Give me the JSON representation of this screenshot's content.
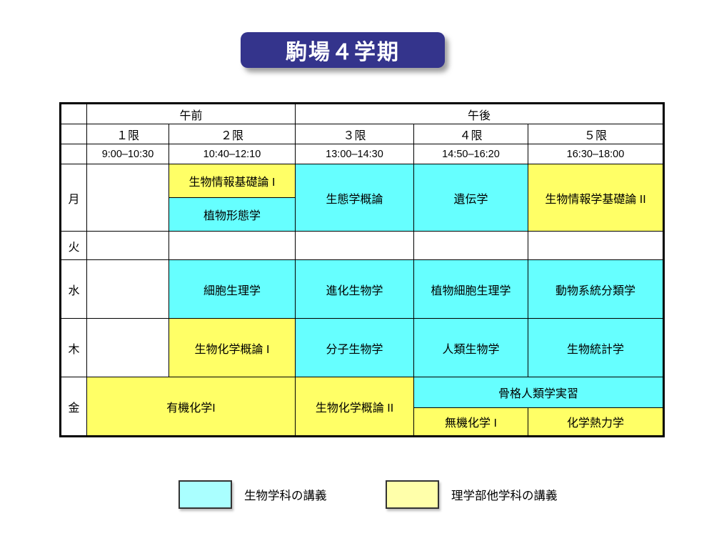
{
  "title": "駒場４学期",
  "colors": {
    "banner_background": "#34348c",
    "banner_text": "#ffffff",
    "biology_cell": "#66ffff",
    "other_department_cell": "#ffff66",
    "legend_biology_swatch": "#aaffff",
    "legend_other_swatch": "#ffffaa",
    "table_border": "#000000"
  },
  "table": {
    "period_groups": [
      {
        "label": "午前",
        "span": 2
      },
      {
        "label": "午後",
        "span": 3
      }
    ],
    "periods": [
      "１限",
      "２限",
      "３限",
      "４限",
      "５限"
    ],
    "times": [
      "9:00–10:30",
      "10:40–12:10",
      "13:00–14:30",
      "14:50–16:20",
      "16:30–18:00"
    ],
    "days": [
      "月",
      "火",
      "水",
      "木",
      "金"
    ],
    "cells": {
      "monday": {
        "p2_first_half": "生物情報基礎論 I",
        "p2_second_half": "植物形態学",
        "p3": "生態学概論",
        "p4": "遺伝学",
        "p5": "生物情報学基礎論 II"
      },
      "tuesday": {},
      "wednesday": {
        "p2": "細胞生理学",
        "p3": "進化生物学",
        "p4": "植物細胞生理学",
        "p5": "動物系統分類学"
      },
      "thursday": {
        "p2": "生物化学概論 I",
        "p3": "分子生物学",
        "p4": "人類生物学",
        "p5": "生物統計学"
      },
      "friday": {
        "p1_p2": "有機化学I",
        "p3": "生物化学概論 II",
        "p4_p5_first_half": "骨格人類学実習",
        "p4_second_half": "無機化学 I",
        "p5_second_half": "化学熱力学"
      }
    }
  },
  "legend": [
    {
      "category": "biology",
      "label": "生物学科の講義",
      "color": "#aaffff"
    },
    {
      "category": "other-departments",
      "label": "理学部他学科の講義",
      "color": "#ffffaa"
    }
  ]
}
